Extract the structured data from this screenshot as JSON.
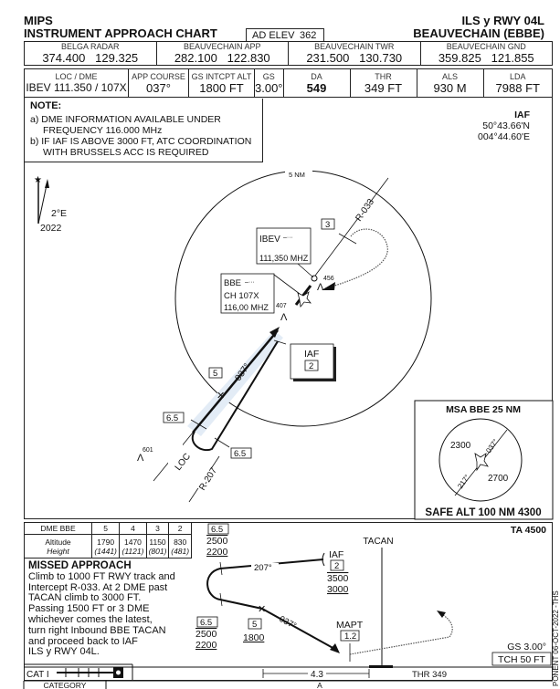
{
  "header": {
    "system": "MIPS",
    "chart_type": "INSTRUMENT APPROACH CHART",
    "ad_elev_label": "AD ELEV",
    "ad_elev_value": "362",
    "procedure": "ILS y RWY 04L",
    "airport": "BEAUVECHAIN (EBBE)"
  },
  "frequencies": [
    {
      "name": "BELGA RADAR",
      "values": [
        "374.400",
        "129.325"
      ]
    },
    {
      "name": "BEAUVECHAIN APP",
      "values": [
        "282.100",
        "122.830"
      ]
    },
    {
      "name": "BEAUVECHAIN TWR",
      "values": [
        "231.500",
        "130.730"
      ]
    },
    {
      "name": "BEAUVECHAIN  GND",
      "values": [
        "359.825",
        "121.855"
      ]
    }
  ],
  "approach_info": [
    {
      "label": "LOC / DME",
      "value": "IBEV 111.350 / 107X"
    },
    {
      "label": "APP COURSE",
      "value": "037°"
    },
    {
      "label": "GS INTCPT ALT",
      "value": "1800 FT"
    },
    {
      "label": "GS",
      "value": "3.00°"
    },
    {
      "label": "DA",
      "value": "549"
    },
    {
      "label": "THR",
      "value": "349 FT"
    },
    {
      "label": "ALS",
      "value": "930 M"
    },
    {
      "label": "LDA",
      "value": "7988 FT"
    }
  ],
  "notes": {
    "title": "NOTE:",
    "items": [
      {
        "marker": "a)",
        "line1": "DME INFORMATION AVAILABLE UNDER",
        "line2": "FREQUENCY 116.000 MHz"
      },
      {
        "marker": "b)",
        "line1": "IF IAF IS ABOVE 3000 FT, ATC COORDINATION",
        "line2": "WITH BRUSSELS ACC IS REQUIRED"
      }
    ]
  },
  "iaf_coords": {
    "title": "IAF",
    "lat": "50°43.66'N",
    "lon": "004°44.60'E"
  },
  "plan": {
    "variation": "2°E",
    "variation_year": "2022",
    "ring_label": "5  NM",
    "radial_outbound": "R-033",
    "radial_inbound": "R-207",
    "loc_label": "LOC",
    "course": "037°",
    "fix_3": "3",
    "fix_5": "5",
    "fix_65a": "6.5",
    "fix_65b": "6.5",
    "ibev": {
      "ident": "IBEV",
      "freq": "111,350 MHZ"
    },
    "bbe": {
      "ident": "BBE",
      "channel": "CH 107X",
      "freq": "116,00 MHZ"
    },
    "obstacles": [
      "456",
      "407",
      "601"
    ],
    "iaf_label": "IAF",
    "iaf_dme": "2"
  },
  "msa": {
    "title": "MSA BBE 25 NM",
    "sector_nw": "2300",
    "sector_se": "2700",
    "bearing_1": "037°",
    "bearing_2": "217°",
    "safe_alt": "SAFE ALT 100 NM 4300"
  },
  "dme_table": {
    "header": [
      "DME BBE",
      "5",
      "4",
      "3",
      "2"
    ],
    "altitude_label": "Altitude",
    "height_label": "Height",
    "altitudes": [
      "1790",
      "1470",
      "1150",
      "830"
    ],
    "heights": [
      "(1441)",
      "(1121)",
      "(801)",
      "(481)"
    ]
  },
  "missed_approach": {
    "title": "MISSED APPROACH",
    "lines": [
      "Climb to 1000 FT RWY track and",
      "Intercept R-033. At 2 DME past",
      "TACAN climb to 3000 FT.",
      "Passing 1500 FT or 3 DME",
      "whichever comes the latest,",
      "turn right Inbound BBE TACAN",
      "and proceed back to IAF",
      "ILS y RWY 04L."
    ]
  },
  "profile": {
    "ta": "TA 4500",
    "tacan": "TACAN",
    "top_fix": "6.5",
    "top_alt_max": "2500",
    "top_alt_min": "2200",
    "outbound_track": "207°",
    "iaf": "IAF",
    "iaf_dme": "2",
    "iaf_alt_max": "3500",
    "iaf_alt_min": "3000",
    "low_fix": "6.5",
    "low_alt_max": "2500",
    "low_alt_min": "2200",
    "faf_dme": "5",
    "faf_alt": "1800",
    "final_track": "037°",
    "mapt": "MAPT",
    "mapt_dme": "1.2",
    "gs": "GS 3.00°",
    "tch": "TCH 50 FT",
    "distance": "4.3",
    "thr": "THR 349",
    "cat": "CAT I"
  },
  "minima": {
    "category_label": "CATEGORY",
    "col_a": "A"
  },
  "side_text": "PONENT 06-OCT-2022 -THS"
}
